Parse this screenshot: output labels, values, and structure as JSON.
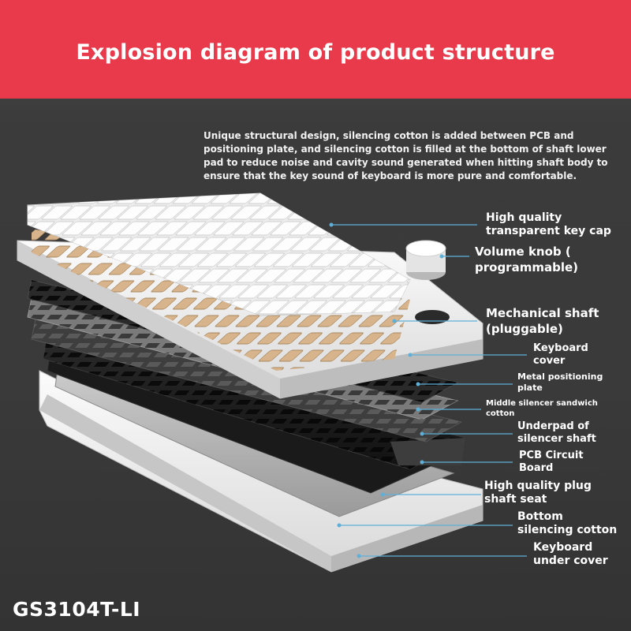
{
  "title": "Explosion diagram of product structure",
  "description": "Unique structural design, silencing cotton is added between PCB and positioning plate, and silencing cotton is filled at the bottom of shaft lower pad to reduce noise and cavity sound generated when hitting shaft body to ensure that the key sound of keyboard is more pure and comfortable.",
  "labels": [
    {
      "id": "keycap",
      "line1": "High quality",
      "line2": "transparent key cap"
    },
    {
      "id": "knob",
      "line1": "Volume knob (",
      "line2": "programmable)"
    },
    {
      "id": "shaft",
      "line1": "Mechanical shaft",
      "line2": "(pluggable)"
    },
    {
      "id": "cover",
      "line1": "Keyboard",
      "line2": "cover"
    },
    {
      "id": "plate",
      "line1": "Metal positioning",
      "line2": "plate"
    },
    {
      "id": "sandwich",
      "line1": "Middle silencer sandwich",
      "line2": "cotton"
    },
    {
      "id": "underpad",
      "line1": "Underpad of",
      "line2": "silencer shaft"
    },
    {
      "id": "pcb",
      "line1": "PCB Circuit",
      "line2": "Board"
    },
    {
      "id": "seat",
      "line1": "High quality plug",
      "line2": "shaft seat"
    },
    {
      "id": "bottom-cotton",
      "line1": "Bottom",
      "line2": "silencing cotton"
    },
    {
      "id": "under-cover",
      "line1": "Keyboard",
      "line2": "under cover"
    }
  ],
  "model": "GS3104T-LI",
  "colors": {
    "banner": "#e83a4b",
    "leader": "#5fb0d8",
    "switch": "#d7b48c"
  }
}
